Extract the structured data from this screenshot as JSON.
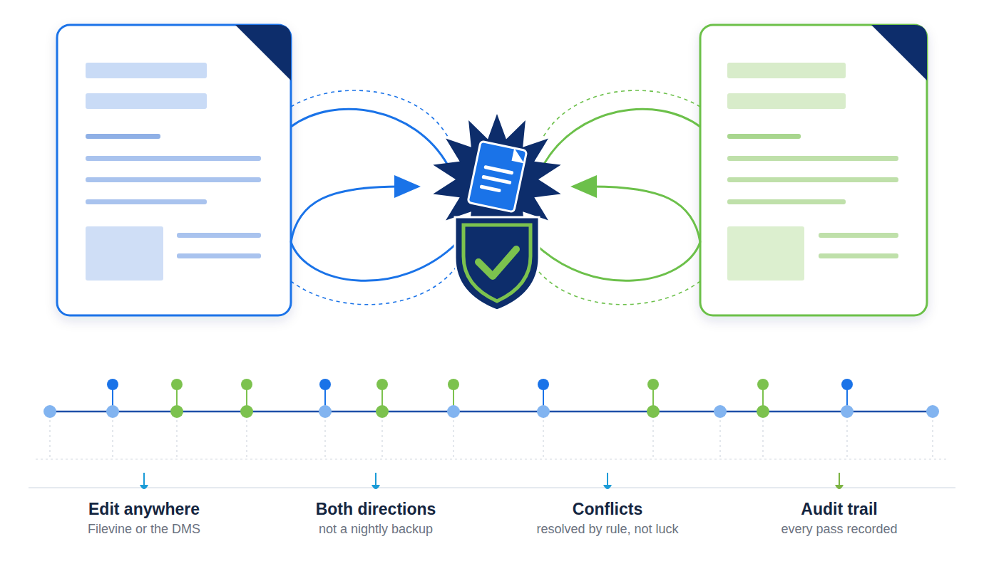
{
  "diagram": {
    "labels": [
      "Edit anywhere",
      "Filevine or the DMS",
      "Both directions",
      "not a nightly backup",
      "Conflicts",
      "resolved by rule, not luck",
      "Audit trail",
      "every pass recorded"
    ]
  }
}
